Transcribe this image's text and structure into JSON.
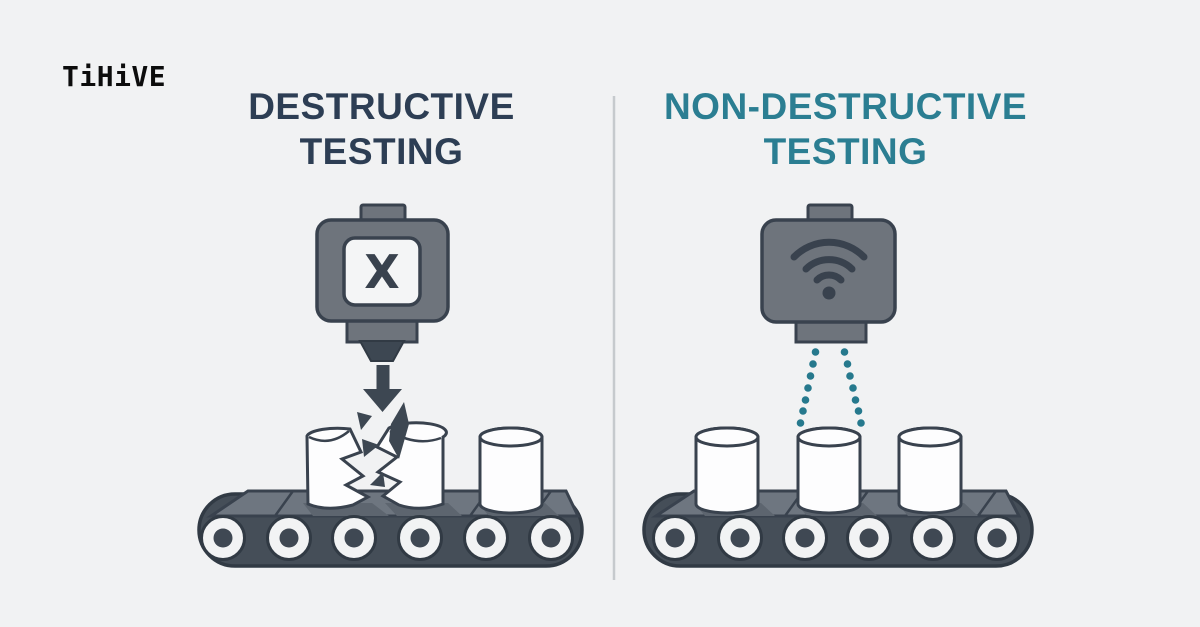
{
  "logo": {
    "text": "TiHiVE",
    "color": "#0c0c0c"
  },
  "divider_color": "#c6cacd",
  "background_color": "#f1f2f3",
  "left_panel": {
    "title_line1": "DESTRUCTIVE",
    "title_line2": "TESTING",
    "title_color": "#2d3e54",
    "machine_screen_label": "X",
    "machine_icon": "x-ray-press-machine",
    "result": "broken-cylinder-on-conveyor"
  },
  "right_panel": {
    "title_line1": "NON-DESTRUCTIVE",
    "title_line2": "TESTING",
    "title_color": "#2b7e92",
    "machine_icon": "wifi-scanner",
    "beam_color": "#26798d",
    "result": "intact-cylinders-on-conveyor"
  },
  "illustration_colors": {
    "machine_gray": "#6e747c",
    "outline_dark": "#39424e",
    "accent_dark": "#3d4752",
    "belt_band": "#454e58",
    "belt_band_outline": "#313a44",
    "belt_surface": "#6e7680",
    "belt_shadow": "#5d656f",
    "roller_fill": "#f2f3f4",
    "cylinder_fill": "#fdfdfe",
    "screen_fill": "#f4f5f6"
  }
}
